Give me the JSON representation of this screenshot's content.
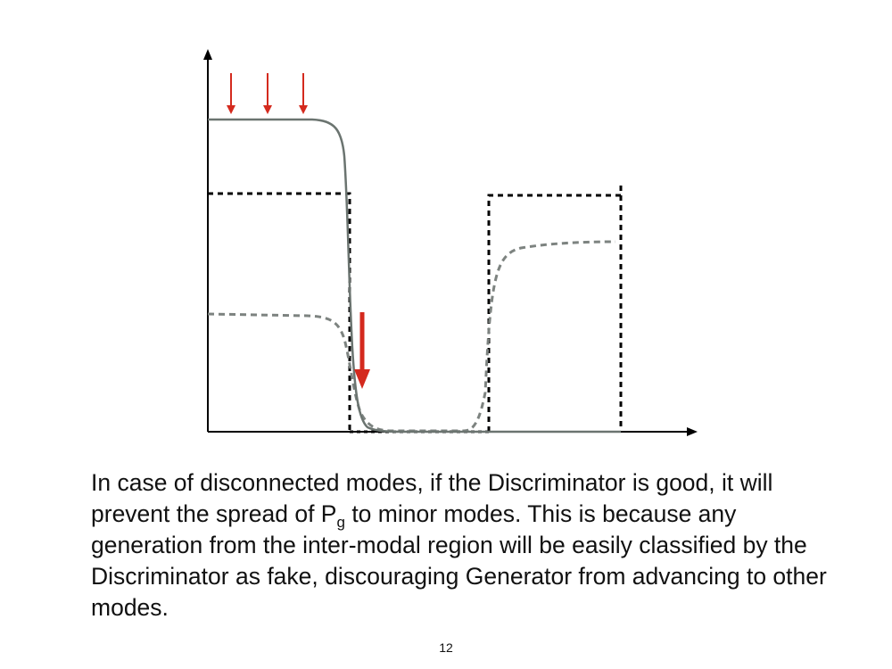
{
  "caption": {
    "part1": "In case of disconnected modes, if the Discriminator is good, it will prevent the spread of P",
    "subscript": "g",
    "part2": " to minor modes. This is because any generation from the inter-modal region will be easily classified by the Discriminator as fake, discouraging Generator from advancing to other modes."
  },
  "page_number": "12",
  "colors": {
    "axis": "#000000",
    "discriminator_curve": "#6b7470",
    "generator_curve": "#7d8380",
    "real_distribution": "#000000",
    "arrow": "#d42a1e",
    "text": "#111111"
  },
  "legend": {
    "real_distribution": "black dashed boxes",
    "generator_distribution": "gray dashed curve",
    "discriminator_output": "solid gray curve",
    "arrows": "red downward arrows"
  }
}
